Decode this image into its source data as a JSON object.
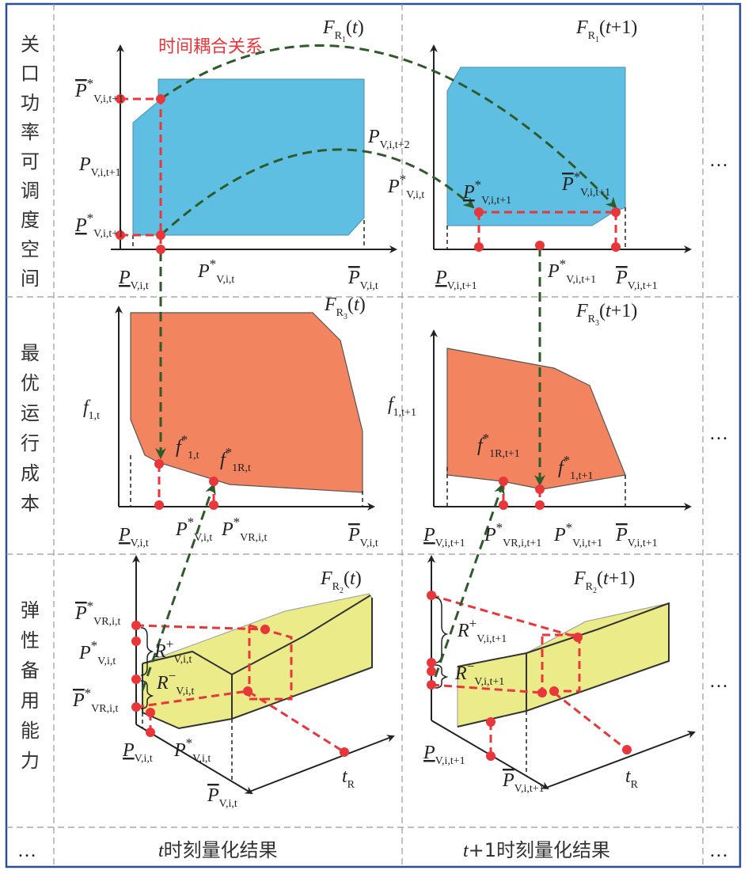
{
  "colors": {
    "border": "#2c4e96",
    "blue_region": "#5fbfe2",
    "orange_region": "#f2845f",
    "yellow_region": "#ebeb8a",
    "red": "#e8363a",
    "green": "#2f5a2a"
  },
  "row_labels": [
    "关口功率可调度空间",
    "最优运行成本",
    "弹性备用能力"
  ],
  "title_coupling": "时间耦合关系",
  "ellipsis": "…",
  "footer": {
    "left": {
      "t": "t",
      "rest": "时刻量化结果"
    },
    "right": {
      "t": "t",
      "rest": "+1时刻量化结果"
    }
  },
  "labels": [
    {
      "parts": [
        {
          "t": "F",
          "r": "i"
        },
        {
          "t": "R",
          "r": "sub"
        },
        {
          "t": "1",
          "r": "ssub"
        },
        {
          "t": "(",
          "r": "n"
        },
        {
          "t": "t",
          "r": "i"
        },
        {
          "t": ")",
          "r": "n"
        }
      ]
    },
    {
      "parts": [
        {
          "t": "P",
          "r": "ov"
        },
        {
          "t": "*",
          "r": "sup"
        },
        {
          "t": "V,i,t+1",
          "r": "sub"
        }
      ]
    },
    {
      "parts": [
        {
          "t": "P",
          "r": "i"
        },
        {
          "t": "V,i,t+1",
          "r": "sub"
        }
      ]
    },
    {
      "parts": [
        {
          "t": "P",
          "r": "un"
        },
        {
          "t": "*",
          "r": "sup"
        },
        {
          "t": "V,i,t+1",
          "r": "sub"
        }
      ]
    },
    {
      "parts": [
        {
          "t": "P",
          "r": "un"
        },
        {
          "t": "V,i,t",
          "r": "sub"
        }
      ]
    },
    {
      "parts": [
        {
          "t": "P",
          "r": "i"
        },
        {
          "t": "*",
          "r": "sup"
        },
        {
          "t": "V,i,t",
          "r": "sub"
        }
      ]
    },
    {
      "parts": [
        {
          "t": "P",
          "r": "ov"
        },
        {
          "t": "V,i,t",
          "r": "sub"
        }
      ]
    },
    {
      "parts": [
        {
          "t": "P",
          "r": "i"
        },
        {
          "t": "V,i,t+2",
          "r": "sub"
        }
      ]
    },
    {
      "parts": [
        {
          "t": "P",
          "r": "i"
        },
        {
          "t": "*",
          "r": "sup"
        },
        {
          "t": "V,i,t",
          "r": "sub"
        }
      ]
    },
    {
      "parts": [
        {
          "t": "F",
          "r": "i"
        },
        {
          "t": "R",
          "r": "sub"
        },
        {
          "t": "1",
          "r": "ssub"
        },
        {
          "t": "(",
          "r": "n"
        },
        {
          "t": "t",
          "r": "i"
        },
        {
          "t": "+1)",
          "r": "n"
        }
      ]
    },
    {
      "parts": [
        {
          "t": "P",
          "r": "un"
        },
        {
          "t": "*",
          "r": "sup"
        },
        {
          "t": "V,i,t+1",
          "r": "sub"
        }
      ]
    },
    {
      "parts": [
        {
          "t": "P",
          "r": "ov"
        },
        {
          "t": "*",
          "r": "sup"
        },
        {
          "t": "V,i,t+1",
          "r": "sub"
        }
      ]
    },
    {
      "parts": [
        {
          "t": "P",
          "r": "un"
        },
        {
          "t": "V,i,t+1",
          "r": "sub"
        }
      ]
    },
    {
      "parts": [
        {
          "t": "P",
          "r": "i"
        },
        {
          "t": "*",
          "r": "sup"
        },
        {
          "t": "V,i,t+1",
          "r": "sub"
        }
      ]
    },
    {
      "parts": [
        {
          "t": "P",
          "r": "ov"
        },
        {
          "t": "V,i,t+1",
          "r": "sub"
        }
      ]
    },
    {
      "parts": [
        {
          "t": "F",
          "r": "i"
        },
        {
          "t": "R",
          "r": "sub"
        },
        {
          "t": "3",
          "r": "ssub"
        },
        {
          "t": "(",
          "r": "n"
        },
        {
          "t": "t",
          "r": "i"
        },
        {
          "t": ")",
          "r": "n"
        }
      ]
    },
    {
      "parts": [
        {
          "t": "f",
          "r": "i"
        },
        {
          "t": "1,t",
          "r": "sub"
        }
      ]
    },
    {
      "parts": [
        {
          "t": "f",
          "r": "i"
        },
        {
          "t": "*",
          "r": "sup"
        },
        {
          "t": "1,t",
          "r": "sub"
        }
      ]
    },
    {
      "parts": [
        {
          "t": "f",
          "r": "i"
        },
        {
          "t": "*",
          "r": "sup"
        },
        {
          "t": "1R,t",
          "r": "sub"
        }
      ]
    },
    {
      "parts": [
        {
          "t": "P",
          "r": "un"
        },
        {
          "t": "V,i,t",
          "r": "sub"
        }
      ]
    },
    {
      "parts": [
        {
          "t": "P",
          "r": "i"
        },
        {
          "t": "*",
          "r": "sup"
        },
        {
          "t": "V,i,t",
          "r": "sub"
        }
      ]
    },
    {
      "parts": [
        {
          "t": "P",
          "r": "i"
        },
        {
          "t": "*",
          "r": "sup"
        },
        {
          "t": "VR,i,t",
          "r": "sub"
        }
      ]
    },
    {
      "parts": [
        {
          "t": "P",
          "r": "ov"
        },
        {
          "t": "V,i,t",
          "r": "sub"
        }
      ]
    },
    {
      "parts": [
        {
          "t": "F",
          "r": "i"
        },
        {
          "t": "R",
          "r": "sub"
        },
        {
          "t": "3",
          "r": "ssub"
        },
        {
          "t": "(",
          "r": "n"
        },
        {
          "t": "t",
          "r": "i"
        },
        {
          "t": "+1)",
          "r": "n"
        }
      ]
    },
    {
      "parts": [
        {
          "t": "f",
          "r": "i"
        },
        {
          "t": "1,t+1",
          "r": "sub"
        }
      ]
    },
    {
      "parts": [
        {
          "t": "f",
          "r": "i"
        },
        {
          "t": "*",
          "r": "sup"
        },
        {
          "t": "1R,t+1",
          "r": "sub"
        }
      ]
    },
    {
      "parts": [
        {
          "t": "f",
          "r": "i"
        },
        {
          "t": "*",
          "r": "sup"
        },
        {
          "t": "1,t+1",
          "r": "sub"
        }
      ]
    },
    {
      "parts": [
        {
          "t": "P",
          "r": "un"
        },
        {
          "t": "V,i,t+1",
          "r": "sub"
        }
      ]
    },
    {
      "parts": [
        {
          "t": "P",
          "r": "i"
        },
        {
          "t": "*",
          "r": "sup"
        },
        {
          "t": "VR,i,t+1",
          "r": "sub"
        }
      ]
    },
    {
      "parts": [
        {
          "t": "P",
          "r": "i"
        },
        {
          "t": "*",
          "r": "sup"
        },
        {
          "t": "V,i,t+1",
          "r": "sub"
        }
      ]
    },
    {
      "parts": [
        {
          "t": "P",
          "r": "ov"
        },
        {
          "t": "V,i,t+1",
          "r": "sub"
        }
      ]
    },
    {
      "parts": [
        {
          "t": "F",
          "r": "i"
        },
        {
          "t": "R",
          "r": "sub"
        },
        {
          "t": "2",
          "r": "ssub"
        },
        {
          "t": "(",
          "r": "n"
        },
        {
          "t": "t",
          "r": "i"
        },
        {
          "t": ")",
          "r": "n"
        }
      ]
    },
    {
      "parts": [
        {
          "t": "P",
          "r": "ov"
        },
        {
          "t": "*",
          "r": "sup"
        },
        {
          "t": "VR,i,t",
          "r": "sub"
        }
      ]
    },
    {
      "parts": [
        {
          "t": "P",
          "r": "i"
        },
        {
          "t": "*",
          "r": "sup"
        },
        {
          "t": "V,i,t",
          "r": "sub"
        }
      ]
    },
    {
      "parts": [
        {
          "t": "R",
          "r": "i"
        },
        {
          "t": "+",
          "r": "sup"
        },
        {
          "t": "V,i,t",
          "r": "sub"
        }
      ]
    },
    {
      "parts": [
        {
          "t": "R",
          "r": "i"
        },
        {
          "t": "−",
          "r": "sup"
        },
        {
          "t": "V,i,t",
          "r": "sub"
        }
      ]
    },
    {
      "parts": [
        {
          "t": "P",
          "r": "ov"
        },
        {
          "t": "*",
          "r": "sup"
        },
        {
          "t": "VR,i,t",
          "r": "sub"
        }
      ]
    },
    {
      "parts": [
        {
          "t": "P",
          "r": "un"
        },
        {
          "t": "V,i,t",
          "r": "sub"
        }
      ]
    },
    {
      "parts": [
        {
          "t": "P",
          "r": "i"
        },
        {
          "t": "*",
          "r": "sup"
        },
        {
          "t": "V,i,t",
          "r": "sub"
        }
      ]
    },
    {
      "parts": [
        {
          "t": "P",
          "r": "ov"
        },
        {
          "t": "V,i,t",
          "r": "sub"
        }
      ]
    },
    {
      "parts": [
        {
          "t": "t",
          "r": "i"
        },
        {
          "t": "R",
          "r": "sub"
        }
      ]
    },
    {
      "parts": [
        {
          "t": "F",
          "r": "i"
        },
        {
          "t": "R",
          "r": "sub"
        },
        {
          "t": "2",
          "r": "ssub"
        },
        {
          "t": "(",
          "r": "n"
        },
        {
          "t": "t",
          "r": "i"
        },
        {
          "t": "+1)",
          "r": "n"
        }
      ]
    },
    {
      "parts": [
        {
          "t": "R",
          "r": "i"
        },
        {
          "t": "+",
          "r": "sup"
        },
        {
          "t": "V,i,t+1",
          "r": "sub"
        }
      ]
    },
    {
      "parts": [
        {
          "t": "R",
          "r": "i"
        },
        {
          "t": "−",
          "r": "sup"
        },
        {
          "t": "V,i,t+1",
          "r": "sub"
        }
      ]
    },
    {
      "parts": [
        {
          "t": "P",
          "r": "un"
        },
        {
          "t": "V,i,t+1",
          "r": "sub"
        }
      ]
    },
    {
      "parts": [
        {
          "t": "P",
          "r": "ov"
        },
        {
          "t": "V,i,t+1",
          "r": "sub"
        }
      ]
    },
    {
      "parts": [
        {
          "t": "t",
          "r": "i"
        },
        {
          "t": "R",
          "r": "sub"
        }
      ]
    }
  ]
}
